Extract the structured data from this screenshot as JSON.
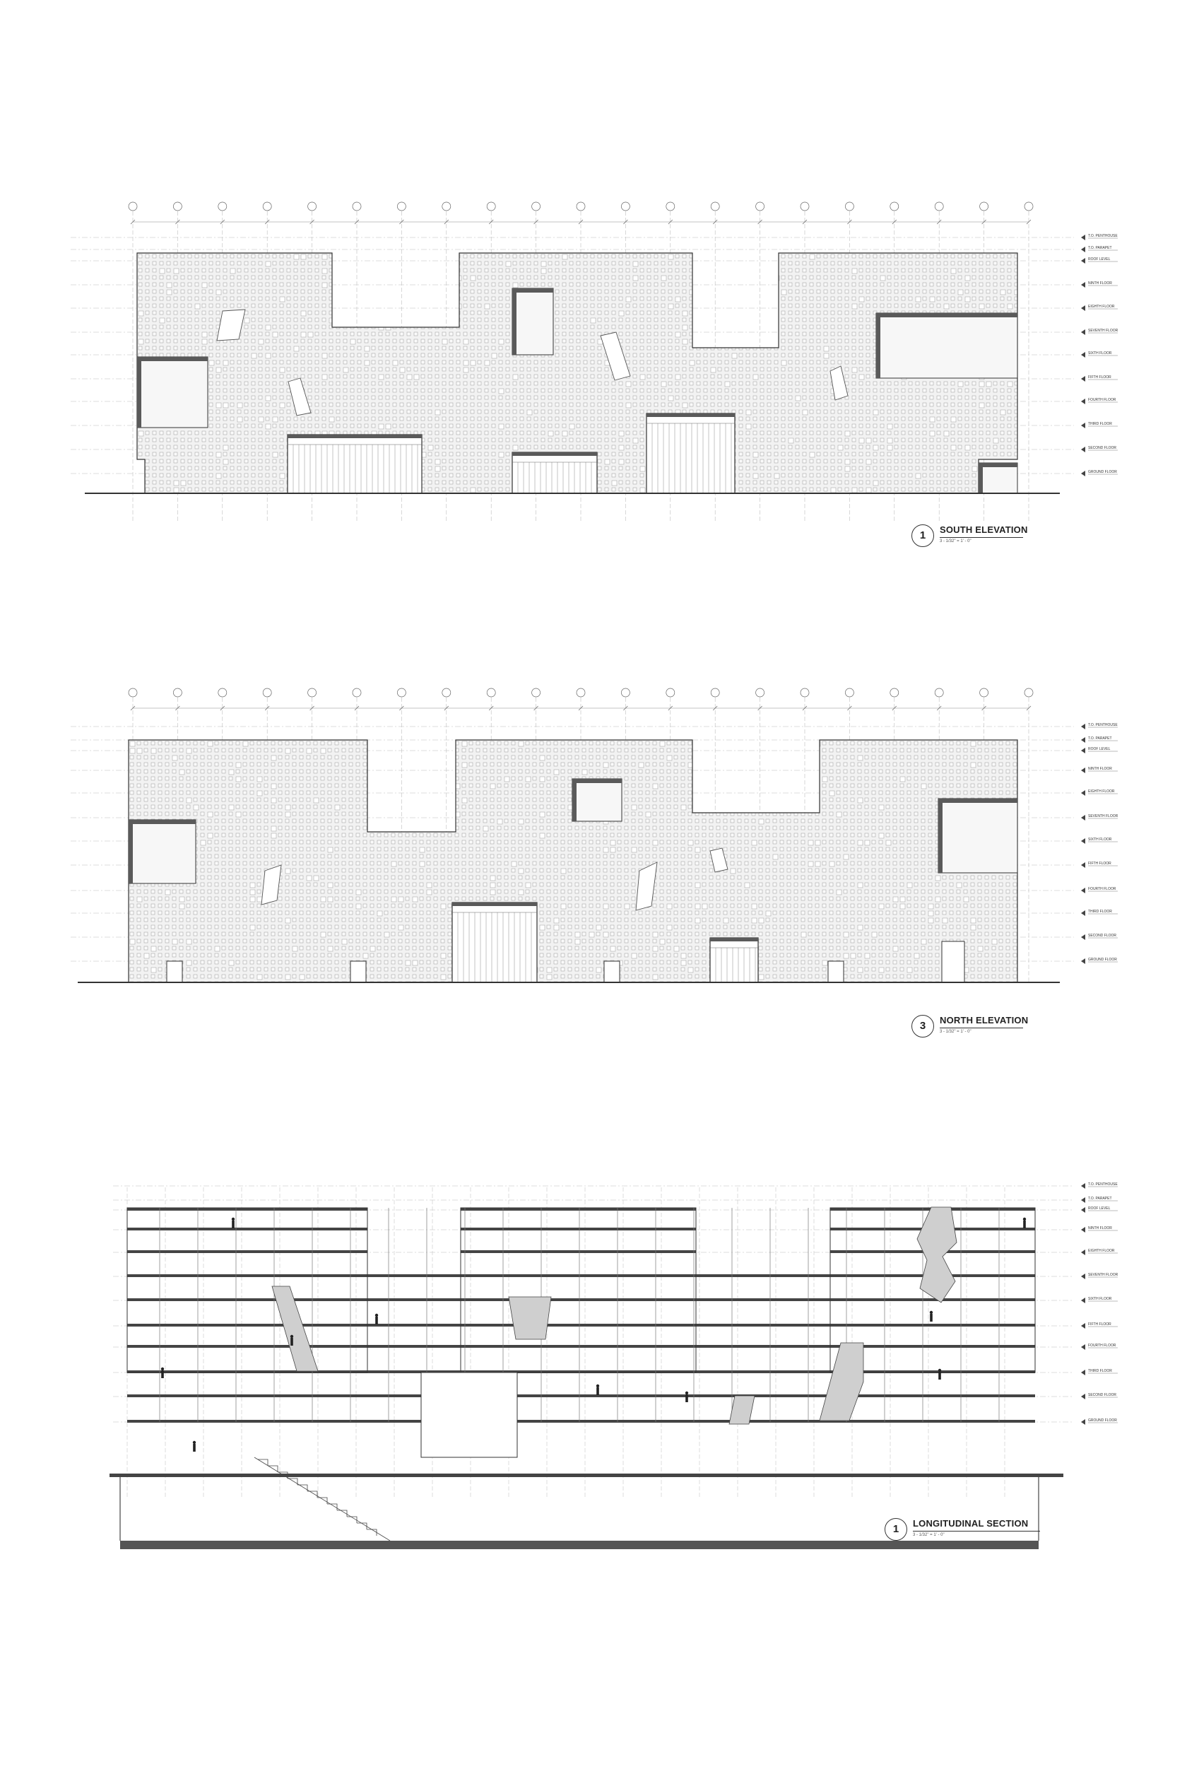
{
  "drawings": [
    {
      "id": "south",
      "number": "1",
      "title": "SOUTH ELEVATION",
      "scale": "3 - 1/32\" = 1' - 0\""
    },
    {
      "id": "north",
      "number": "3",
      "title": "NORTH ELEVATION",
      "scale": "3 - 1/32\" = 1' - 0\""
    },
    {
      "id": "section",
      "number": "1",
      "title": "LONGITUDINAL SECTION",
      "scale": "3 - 1/32\" = 1' - 0\""
    }
  ],
  "level_labels": [
    "T.O. PENTHOUSE",
    "T.O. PARAPET",
    "ROOF LEVEL",
    "NINTH FLOOR",
    "EIGHTH FLOOR",
    "SEVENTH FLOOR",
    "SIXTH FLOOR",
    "FIFTH FLOOR",
    "FOURTH FLOOR",
    "THIRD FLOOR",
    "SECOND FLOOR",
    "GROUND FLOOR"
  ],
  "colors": {
    "line": "#333333",
    "grid": "#bdbdbd",
    "panel": "#f2f2f2",
    "recess": "#5a5a5a",
    "ground": "#555555"
  }
}
